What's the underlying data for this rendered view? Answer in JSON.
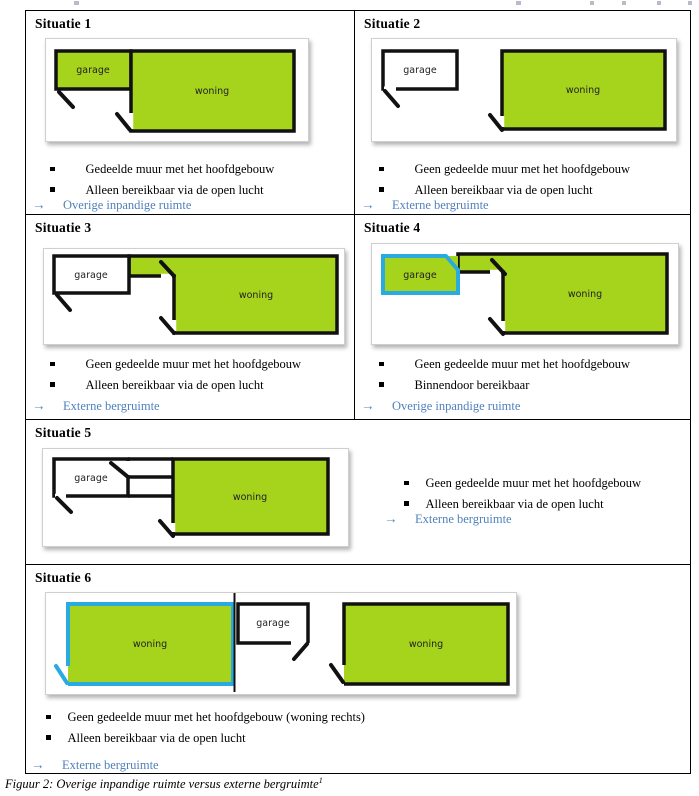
{
  "document": {
    "figure_caption": "Figuur 2: Overige inpandige ruimte versus externe bergruimte",
    "figure_caption_footnote": "1"
  },
  "arrow_glyph": "→",
  "colors": {
    "green_fill": "#a6d41c",
    "cyan_accent": "#29abe2",
    "blue_text": "#4f81bd",
    "wall_black": "#111111",
    "canvas_frame": "#cfcfcf"
  },
  "situations": [
    {
      "title": "Situatie 1",
      "diagram": {
        "garage_label": "garage",
        "woning_label": "woning"
      },
      "bullets": [
        "Gedeelde muur met het hoofdgebouw",
        "Alleen bereikbaar via de open lucht"
      ],
      "conclusion": "Overige inpandige ruimte"
    },
    {
      "title": "Situatie 2",
      "diagram": {
        "garage_label": "garage",
        "woning_label": "woning"
      },
      "bullets": [
        "Geen gedeelde muur met het hoofdgebouw",
        "Alleen bereikbaar via de open lucht"
      ],
      "conclusion": "Externe bergruimte"
    },
    {
      "title": "Situatie 3",
      "diagram": {
        "garage_label": "garage",
        "woning_label": "woning"
      },
      "bullets": [
        "Geen gedeelde muur met het hoofdgebouw",
        "Alleen bereikbaar via de open lucht"
      ],
      "conclusion": "Externe bergruimte"
    },
    {
      "title": "Situatie 4",
      "diagram": {
        "garage_label": "garage",
        "woning_label": "woning"
      },
      "bullets": [
        "Geen gedeelde muur met het hoofdgebouw",
        "Binnendoor bereikbaar"
      ],
      "conclusion": "Overige inpandige ruimte"
    },
    {
      "title": "Situatie 5",
      "diagram": {
        "garage_label": "garage",
        "woning_label": "woning"
      },
      "bullets": [
        "Geen gedeelde muur met het hoofdgebouw",
        "Alleen bereikbaar via de open lucht"
      ],
      "conclusion": "Externe bergruimte"
    },
    {
      "title": "Situatie 6",
      "diagram": {
        "woning_left_label": "woning",
        "garage_label": "garage",
        "woning_right_label": "woning"
      },
      "bullets": [
        "Geen gedeelde muur met het hoofdgebouw (woning rechts)",
        "Alleen bereikbaar via de open lucht"
      ],
      "conclusion": "Externe bergruimte"
    }
  ]
}
